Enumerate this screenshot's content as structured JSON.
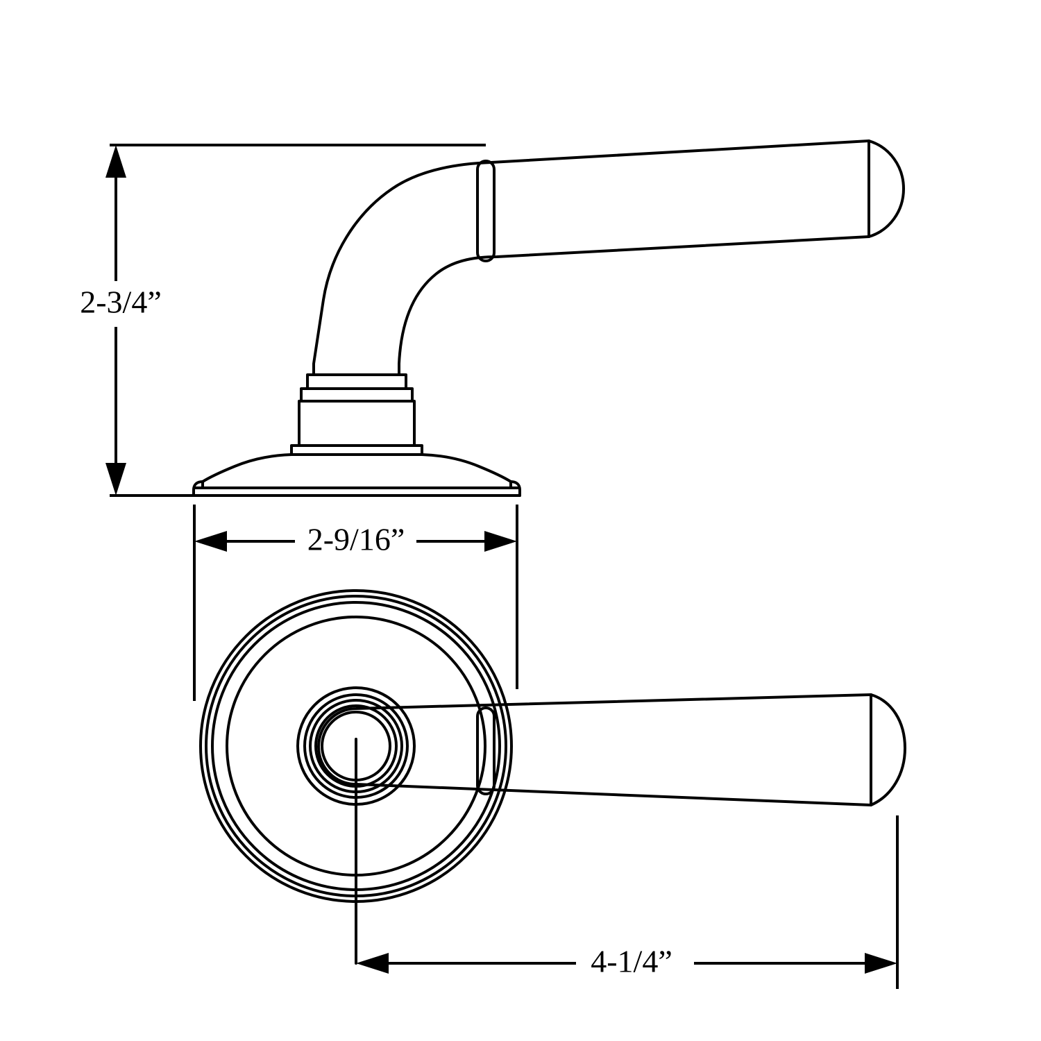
{
  "document": {
    "type": "technical-drawing",
    "subject": "Door lever handle with round rosette",
    "background_color": "#ffffff",
    "line_color": "#000000",
    "views": [
      {
        "name": "side-elevation-view",
        "position": "top"
      },
      {
        "name": "front-face-view",
        "position": "bottom"
      }
    ]
  },
  "dimensions": {
    "height": {
      "label": "2-3/4”",
      "name": "overall-projection-height",
      "orientation": "vertical",
      "value_inches": 2.75,
      "applies_to": "side-elevation-view"
    },
    "rosette_diameter": {
      "label": "2-9/16”",
      "name": "rosette-diameter",
      "orientation": "horizontal",
      "value_inches": 2.5625,
      "applies_to": "rosette"
    },
    "lever_length": {
      "label": "4-1/4”",
      "name": "lever-overall-length",
      "orientation": "horizontal",
      "value_inches": 4.25,
      "applies_to": "front-face-view"
    }
  },
  "style": {
    "stroke": "#000000",
    "stroke_width_object": 4,
    "stroke_width_dimension": 4,
    "text_size": 46
  }
}
